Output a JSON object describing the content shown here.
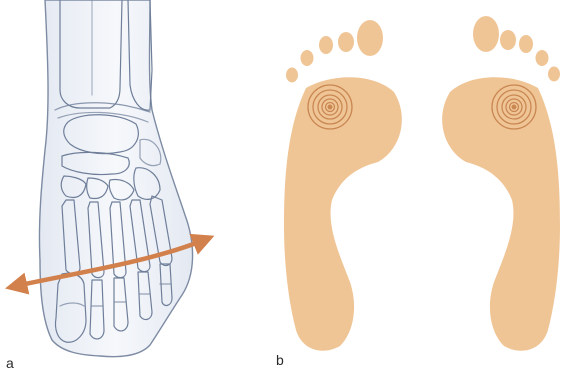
{
  "panels": [
    {
      "label": "a",
      "content": "foot-skeleton-with-transverse-arch-arrow"
    },
    {
      "label": "b",
      "content": "footprints-with-pressure-rings"
    }
  ],
  "colors": {
    "bone_outline": "#6f7f9a",
    "skin_fill": "#eef1f6",
    "arrow": "#d2804c",
    "footprint": "#f0c596",
    "pressure_ring": "#c98752"
  }
}
